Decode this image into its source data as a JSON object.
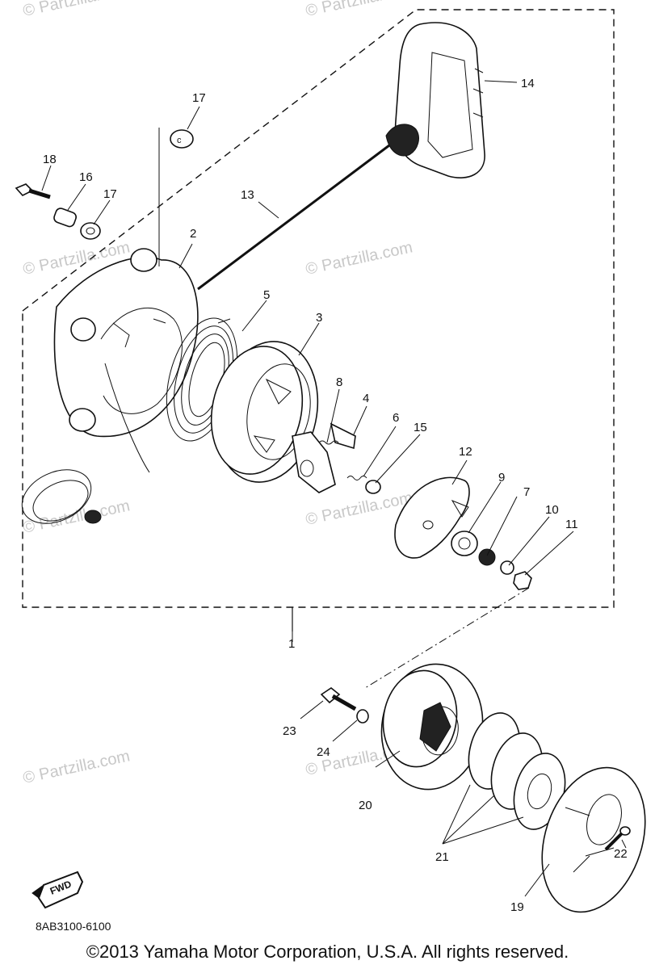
{
  "diagram_code": "8AB3100-6100",
  "copyright": "©2013 Yamaha Motor Corporation, U.S.A. All rights reserved.",
  "direction_label": "FWD",
  "watermark": "© Partzilla.com",
  "callouts": [
    "1",
    "2",
    "3",
    "4",
    "5",
    "6",
    "7",
    "8",
    "9",
    "10",
    "11",
    "12",
    "13",
    "14",
    "15",
    "16",
    "17",
    "17",
    "18",
    "19",
    "20",
    "21",
    "22",
    "23",
    "24"
  ]
}
